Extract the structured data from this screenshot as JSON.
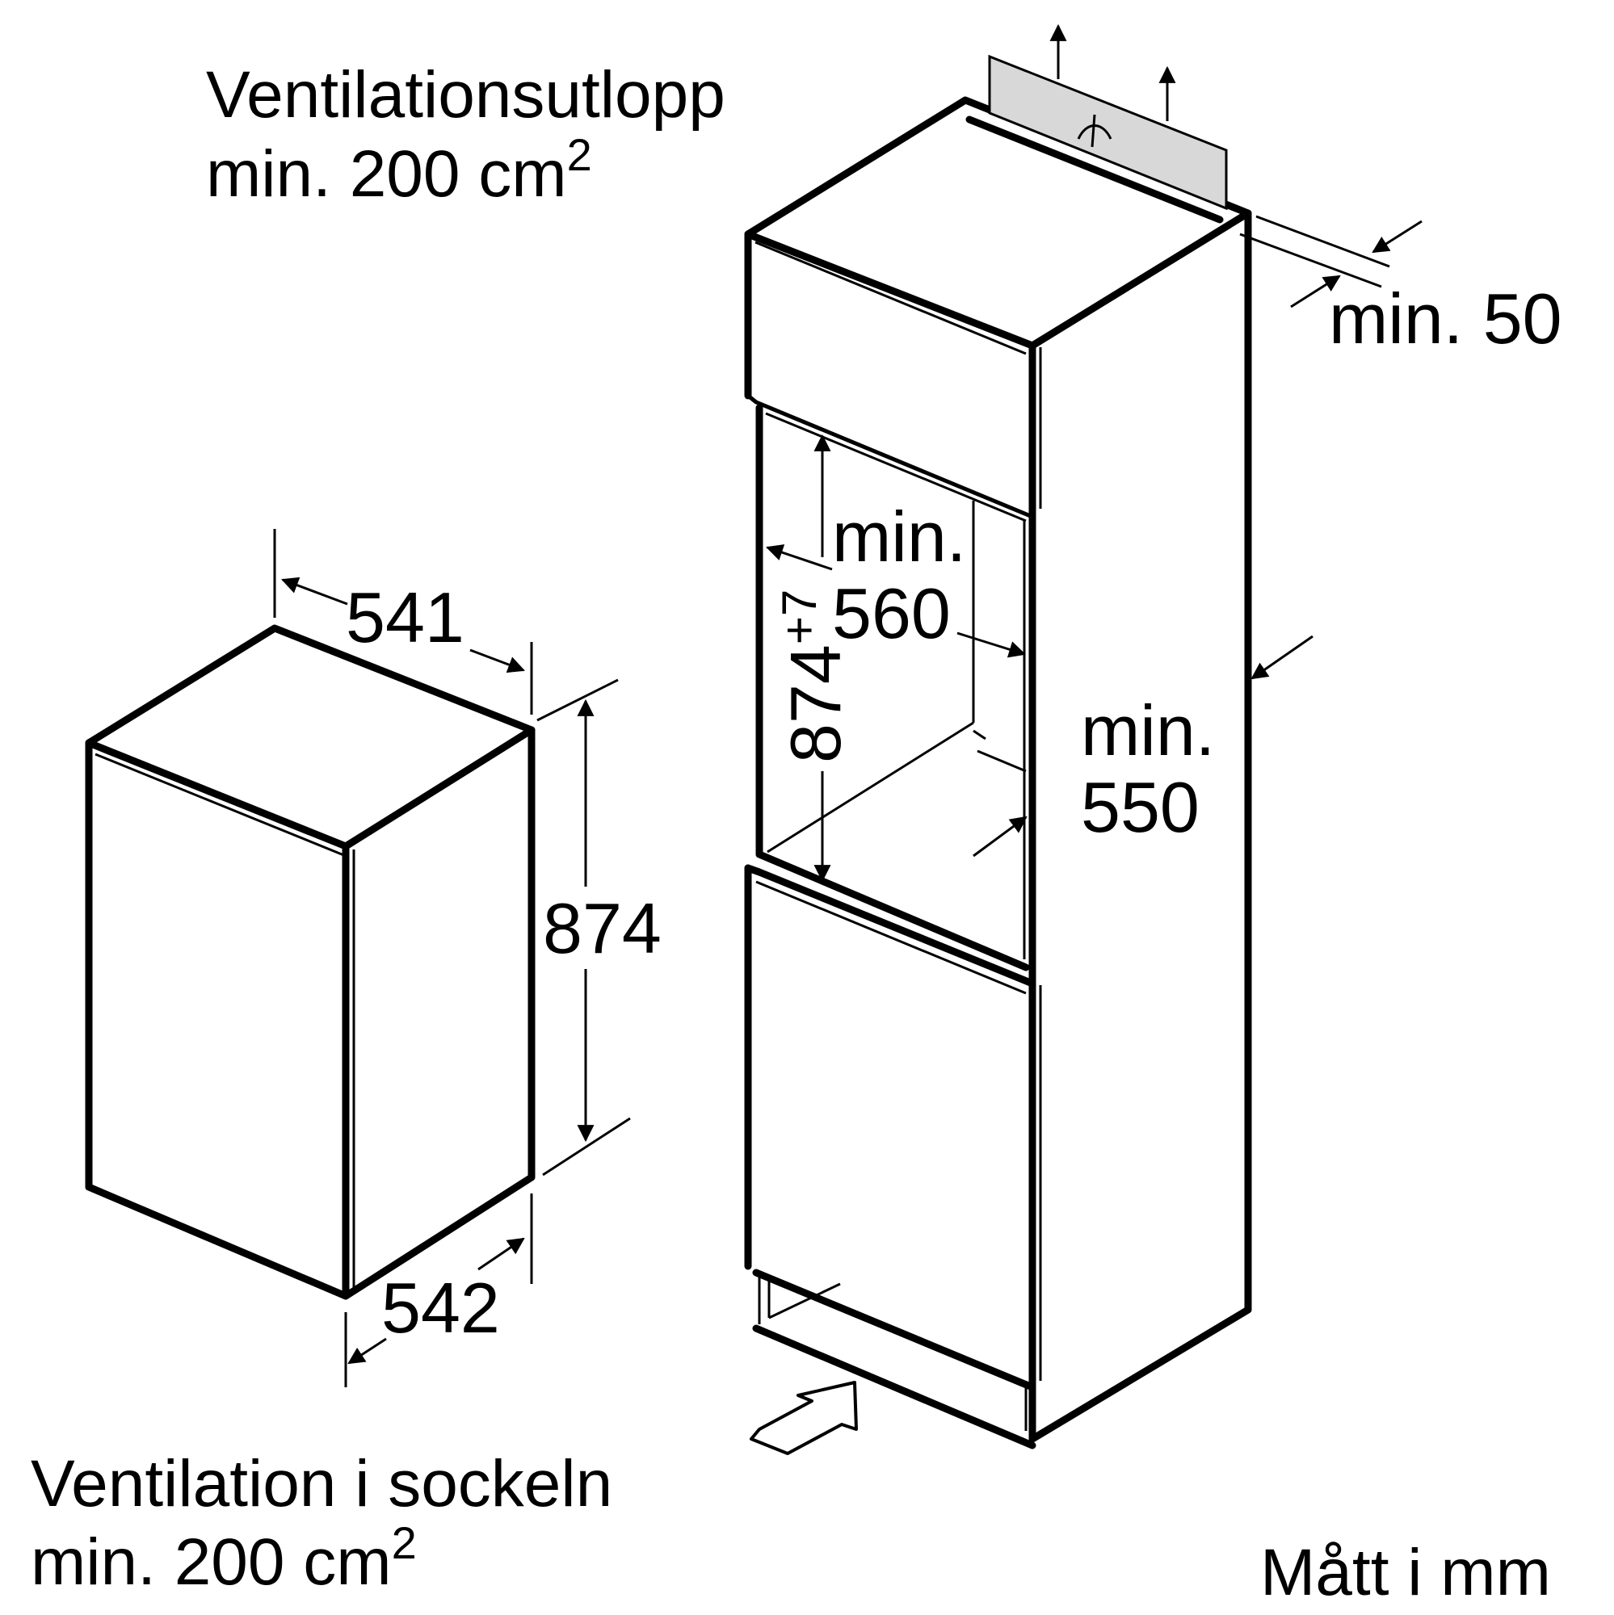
{
  "labels": {
    "vent_outlet_line1": "Ventilationsutlopp",
    "vent_outlet_line2": "min. 200 cm",
    "vent_outlet_sup": "2",
    "vent_base_line1": "Ventilation i sockeln",
    "vent_base_line2": "min. 200 cm",
    "vent_base_sup": "2",
    "units": "Mått i mm"
  },
  "appliance": {
    "width": "541",
    "height": "874",
    "depth": "542"
  },
  "niche": {
    "top_gap": "min. 50",
    "height_main": "874",
    "height_tol": "+7",
    "width_line1": "min.",
    "width_line2": "560",
    "depth_line1": "min.",
    "depth_line2": "550"
  }
}
